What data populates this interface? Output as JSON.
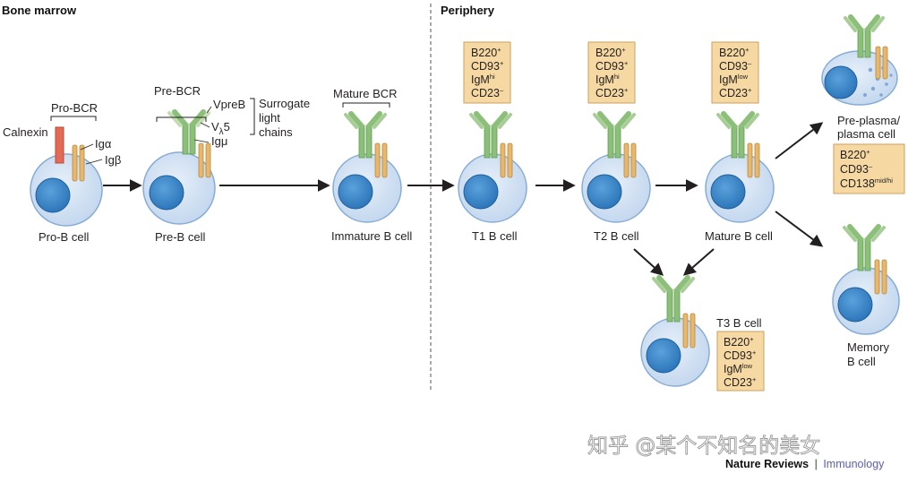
{
  "regions": {
    "bone_marrow": "Bone marrow",
    "periphery": "Periphery"
  },
  "cells": {
    "pro_b": "Pro-B cell",
    "pre_b": "Pre-B cell",
    "immature_b": "Immature B cell",
    "t1_b": "T1 B cell",
    "t2_b": "T2 B cell",
    "mature_b": "Mature B cell",
    "t3_b": "T3 B cell",
    "plasma": [
      "Pre-plasma/",
      "plasma cell"
    ],
    "memory": [
      "Memory",
      "B cell"
    ]
  },
  "receptors": {
    "pro_bcr": "Pro-BCR",
    "pre_bcr": "Pre-BCR",
    "mature_bcr": "Mature BCR",
    "calnexin": "Calnexin",
    "ig_alpha": "Igα",
    "ig_beta": "Igβ",
    "vpreb": "VpreB",
    "v_lambda5_base": "V",
    "v_lambda5_sub": "λ",
    "v_lambda5_tail": "5",
    "ig_mu": "Igμ",
    "surrogate": [
      "Surrogate",
      "light",
      "chains"
    ]
  },
  "marker_boxes": {
    "t1": [
      [
        "B220",
        "+"
      ],
      [
        "CD93",
        "+"
      ],
      [
        "IgM",
        "hi"
      ],
      [
        "CD23",
        "–"
      ]
    ],
    "t2": [
      [
        "B220",
        "+"
      ],
      [
        "CD93",
        "+"
      ],
      [
        "IgM",
        "hi"
      ],
      [
        "CD23",
        "+"
      ]
    ],
    "mature": [
      [
        "B220",
        "+"
      ],
      [
        "CD93",
        "–"
      ],
      [
        "IgM",
        "low"
      ],
      [
        "CD23",
        "+"
      ]
    ],
    "t3": [
      [
        "B220",
        "+"
      ],
      [
        "CD93",
        "+"
      ],
      [
        "IgM",
        "low"
      ],
      [
        "CD23",
        "+"
      ]
    ],
    "plasma": [
      [
        "B220",
        "+"
      ],
      [
        "CD93",
        "–"
      ],
      [
        "CD138",
        "mid/hi"
      ]
    ]
  },
  "footer": {
    "journal": "Nature Reviews",
    "separator": "|",
    "section": "Immunology",
    "watermark": "知乎 @某个不知名的美女"
  },
  "colors": {
    "cell_fill": "#c9dcf0",
    "cell_stroke": "#7fa7d2",
    "nucleus": "#2f7fc4",
    "antibody_green": "#8cc07a",
    "antibody_stroke": "#5e9d4f",
    "ig_tan": "#e6b76c",
    "calnexin_red": "#e46a55",
    "marker_box": "#f6d9a2",
    "marker_box_stroke": "#caa260",
    "journal_blue": "#5a5fae"
  }
}
